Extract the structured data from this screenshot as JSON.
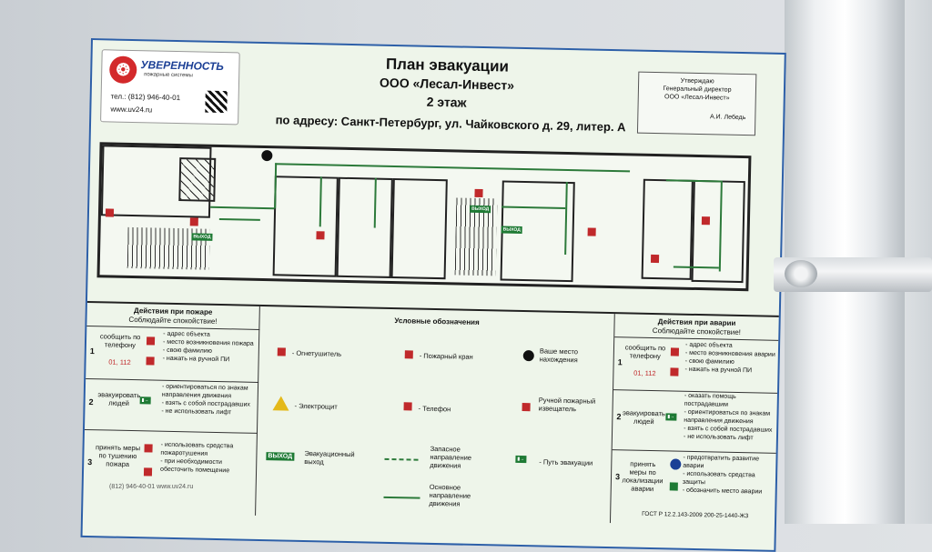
{
  "logo": {
    "name": "УВЕРЕННОСТЬ",
    "sub": "пожарные системы",
    "tel": "тел.: (812) 946-40-01",
    "web": "www.uv24.ru"
  },
  "title": {
    "main": "План эвакуации",
    "org": "ООО «Лесал-Инвест»",
    "floor": "2 этаж",
    "address": "по адресу: Санкт-Петербург, ул. Чайковского д. 29, литер. А"
  },
  "approval": {
    "l1": "Утверждаю",
    "l2": "Генеральный директор",
    "l3": "ООО «Лесал-Инвест»",
    "sign": "А.И. Лебедь"
  },
  "plan": {
    "exit_labels": [
      "ВЫХОД",
      "ВЫХОД",
      "ВЫХОД"
    ]
  },
  "fire": {
    "heading": "Действия при пожаре",
    "sub": "Соблюдайте спокойствие!",
    "rows": [
      {
        "num": "1",
        "action": "сообщить по телефону",
        "phone": "01, 112",
        "details": "- адрес объекта\n- место возникновения пожара\n- свою фамилию\n- нажать на ручной ПИ"
      },
      {
        "num": "2",
        "action": "эвакуировать людей",
        "phone": "",
        "details": "- ориентироваться по знакам направления движения\n- взять с собой пострадавших\n- не использовать лифт"
      },
      {
        "num": "3",
        "action": "принять меры по тушению пожара",
        "phone": "",
        "details": "- использовать средства пожаротушения\n- при необходимости обесточить помещение"
      }
    ]
  },
  "legend": {
    "heading": "Условные обозначения",
    "items": {
      "extinguisher": "- Огнетушитель",
      "hydrant": "- Пожарный кран",
      "location": "Ваше место нахождения",
      "panel": "- Электрощит",
      "phone": "- Телефон",
      "manual": "Ручной пожарный извещатель",
      "exit_tag": "ВЫХОД",
      "exit": "Эвакуационный выход",
      "spare": "Запасное направление движения",
      "path": "- Путь эвакуации",
      "main": "Основное направление движения"
    }
  },
  "accident": {
    "heading": "Действия при аварии",
    "sub": "Соблюдайте спокойствие!",
    "rows": [
      {
        "num": "1",
        "action": "сообщить по телефону",
        "phone": "01, 112",
        "details": "- адрес объекта\n- место возникновения аварии\n- свою фамилию\n- нажать на ручной ПИ"
      },
      {
        "num": "2",
        "action": "эвакуировать людей",
        "phone": "",
        "details": "- оказать помощь пострадавшим\n- ориентироваться по знакам направления движения\n- взять с собой пострадавших\n- не использовать лифт"
      },
      {
        "num": "3",
        "action": "принять меры по локализации аварии",
        "phone": "",
        "details": "- предотвратить развитие аварии\n- использовать средства защиты\n- обозначить место аварии"
      }
    ]
  },
  "footer": {
    "gost": "ГОСТ Р 12.2.143-2009 200-25-1440-ЖЗ",
    "cut": "(812) 946-40-01   www.uv24.ru"
  },
  "colors": {
    "frame": "#2d5fa8",
    "exit": "#1e7a34",
    "sign": "#c0292b",
    "warn": "#e4b91a"
  }
}
